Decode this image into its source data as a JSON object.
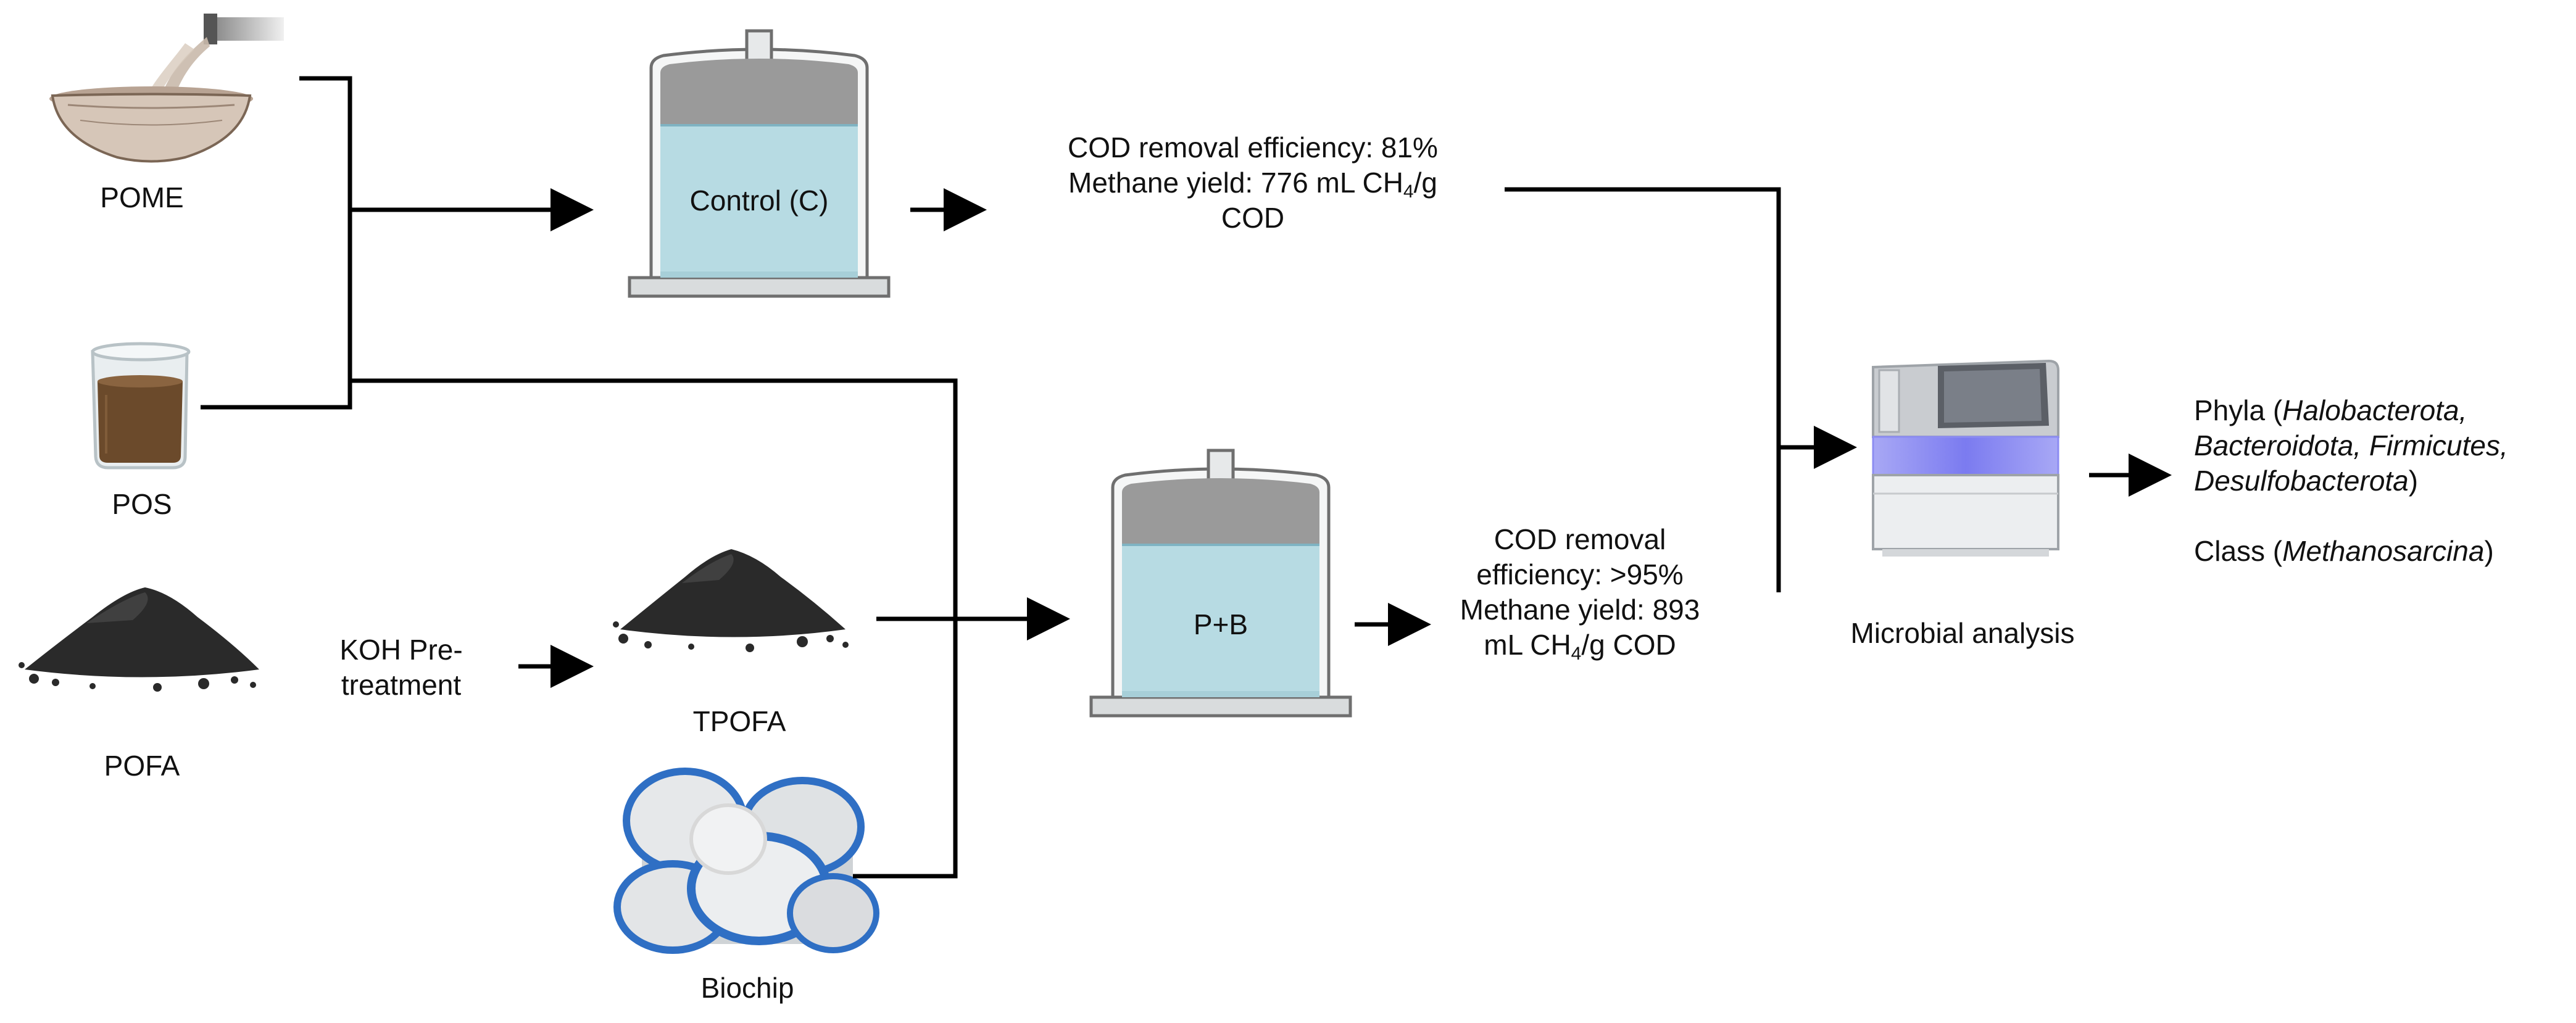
{
  "inputs": {
    "pome": "POME",
    "pos": "POS",
    "pofa": "POFA",
    "pretreatment_line1": "KOH Pre-",
    "pretreatment_line2": "treatment",
    "tpofa": "TPOFA",
    "biochip": "Biochip"
  },
  "reactors": {
    "control": "Control (C)",
    "pb": "P+B"
  },
  "results": {
    "control": {
      "line1": "COD removal efficiency: 81%",
      "line2_pre": "Methane yield: 776 mL CH",
      "line2_sub": "4",
      "line2_post": "/g",
      "line3": "COD"
    },
    "pb": {
      "line1": "COD removal",
      "line2": "efficiency: >95%",
      "line3": "Methane yield: 893",
      "line4_pre": "mL CH",
      "line4_sub": "4",
      "line4_post": "/g COD"
    }
  },
  "analysis": {
    "label": "Microbial analysis",
    "phyla_prefix": "Phyla (",
    "phyla_1": "Halobacterota,",
    "phyla_2": "Bacteroidota, Firmicutes,",
    "phyla_3": "Desulfobacterota",
    "phyla_suffix": ")",
    "class_prefix": "Class (",
    "class_name": "Methanosarcina",
    "class_suffix": ")"
  },
  "colors": {
    "liquid": "#b7dbe3",
    "headspace": "#9a9a9a",
    "vessel_outline": "#6f6f6f",
    "arrow": "#000000",
    "pome_sludge": "#c8b6a7",
    "pos_liquid": "#6b4a2b",
    "ash": "#2a2a2a",
    "biochip_blue": "#2f6fc4",
    "analyzer_glow": "#8c8cf2"
  }
}
